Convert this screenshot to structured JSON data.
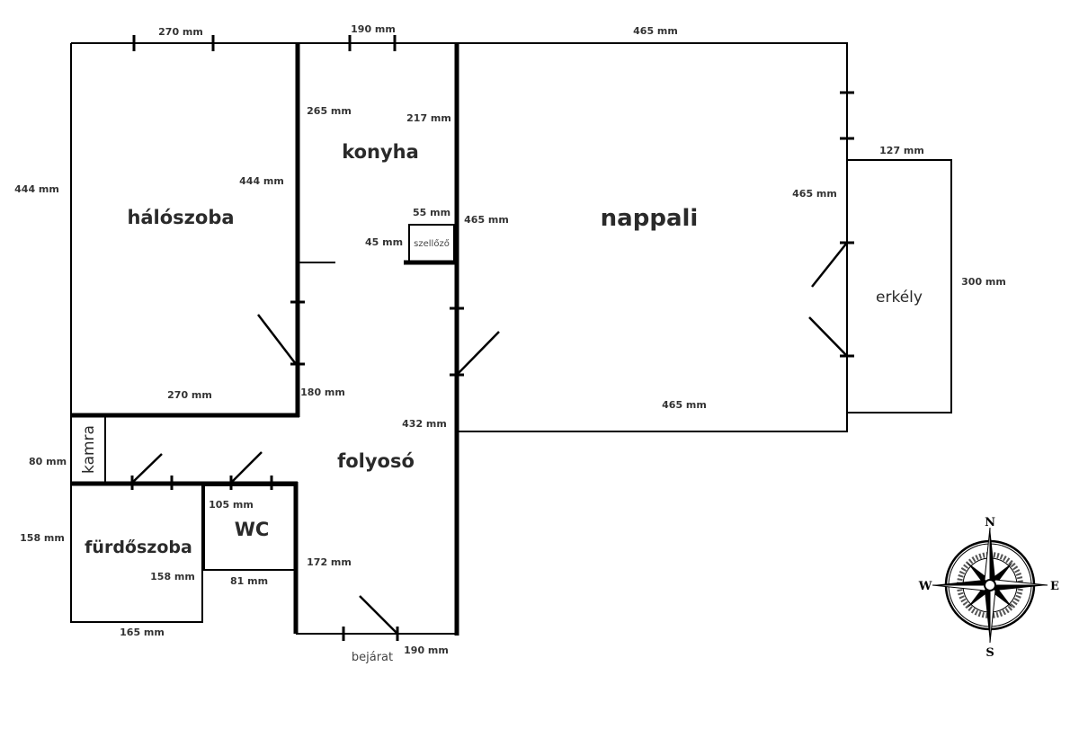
{
  "rooms": {
    "bedroom": "hálószoba",
    "kitchen": "konyha",
    "living_room": "nappali",
    "balcony": "erkély",
    "hallway": "folyosó",
    "pantry": "kamra",
    "bathroom": "fürdőszoba",
    "wc": "WC",
    "vent": "szellőző",
    "entrance": "bejárat"
  },
  "dimensions": {
    "bedroom_top": "270 mm",
    "bedroom_left": "444 mm",
    "bedroom_right": "444 mm",
    "bedroom_bottom": "270 mm",
    "kitchen_top": "190 mm",
    "kitchen_left": "265 mm",
    "kitchen_right": "217 mm",
    "vent_width": "55 mm",
    "vent_height": "45 mm",
    "hall_right_upper": "465 mm",
    "hall_left_upper": "180 mm",
    "hall_right_lower": "432 mm",
    "living_top": "465 mm",
    "living_right": "465 mm",
    "living_bottom": "465 mm",
    "balcony_top": "127 mm",
    "balcony_right": "300 mm",
    "pantry_left": "80 mm",
    "bathroom_left": "158 mm",
    "bathroom_right": "158 mm",
    "bathroom_bottom": "165 mm",
    "wc_top": "105 mm",
    "wc_bottom": "81 mm",
    "hall_left_lower": "172 mm",
    "entrance_width": "190 mm"
  },
  "compass": {
    "north": "N",
    "south": "S",
    "east": "E",
    "west": "W"
  }
}
